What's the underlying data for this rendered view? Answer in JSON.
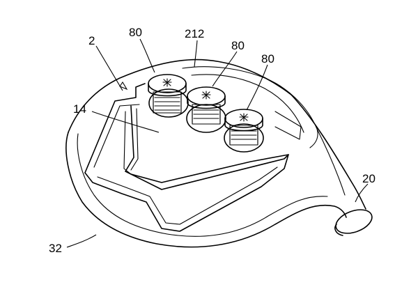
{
  "diagram": {
    "labels": {
      "club_head": "2",
      "sole_plate": "14",
      "hosel": "20",
      "sole_edge": "32",
      "recess": "212",
      "weight_a": "80",
      "weight_b": "80",
      "weight_c": "80"
    },
    "colors": {
      "ink": "#000000",
      "paper": "#ffffff"
    }
  }
}
